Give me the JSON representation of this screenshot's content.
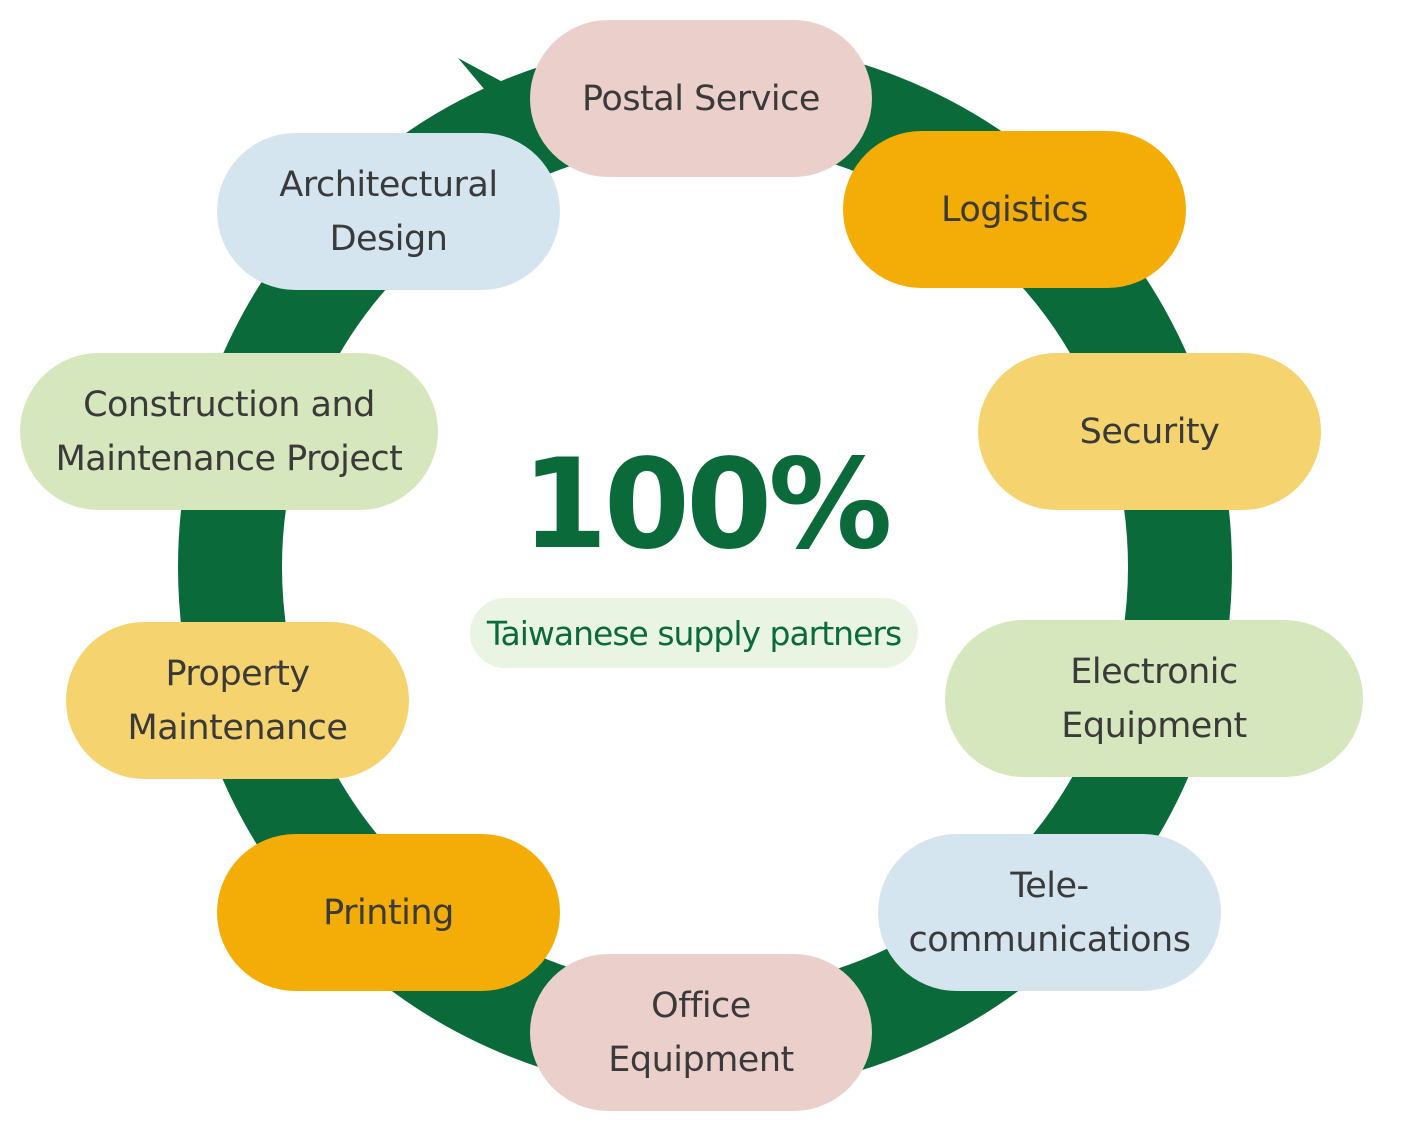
{
  "center": {
    "value": "100%",
    "caption": "Taiwanese supply partners"
  },
  "colors": {
    "ring": "#0b6a3a",
    "center_text": "#0b6a3a",
    "caption_bg": "#eaf4e3",
    "pink": "#ebcfca",
    "orange": "#f3ad06",
    "yellow": "#f5d36e",
    "green": "#d7e7bd",
    "blue": "#d5e5ef"
  },
  "categories": [
    {
      "label": "Postal Service",
      "color": "pink"
    },
    {
      "label": "Logistics",
      "color": "orange"
    },
    {
      "label": "Security",
      "color": "yellow"
    },
    {
      "label": "Electronic\nEquipment",
      "color": "green"
    },
    {
      "label": "Tele-\ncommunications",
      "color": "blue"
    },
    {
      "label": "Office\nEquipment",
      "color": "pink"
    },
    {
      "label": "Printing",
      "color": "orange"
    },
    {
      "label": "Property\nMaintenance",
      "color": "yellow"
    },
    {
      "label": "Construction and\nMaintenance Project",
      "color": "green"
    },
    {
      "label": "Architectural\nDesign",
      "color": "blue"
    }
  ]
}
